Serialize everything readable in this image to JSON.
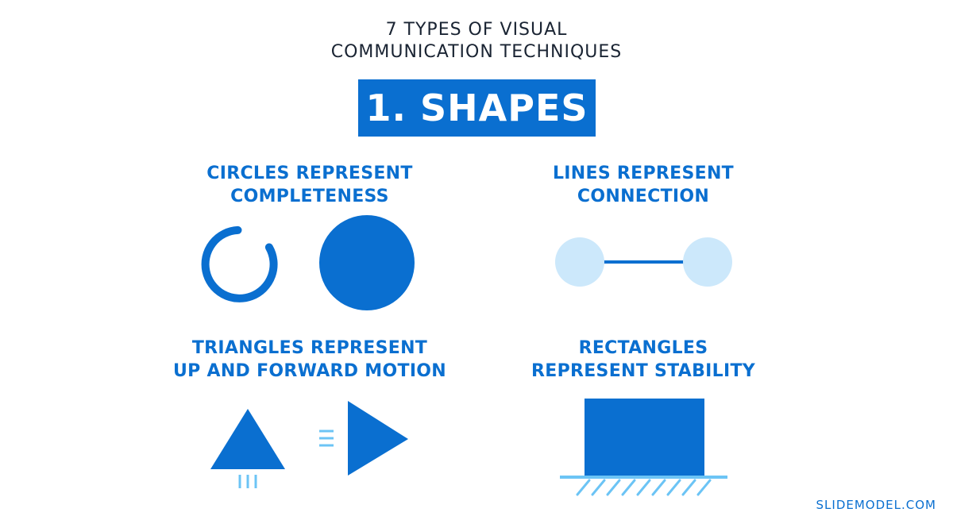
{
  "header": {
    "line1": "7 TYPES OF VISUAL",
    "line2": "COMMUNICATION TECHNIQUES"
  },
  "banner": {
    "label": "1. SHAPES"
  },
  "sections": {
    "circles": {
      "line1": "CIRCLES REPRESENT",
      "line2": "COMPLETENESS"
    },
    "lines": {
      "line1": "LINES REPRESENT",
      "line2": "CONNECTION"
    },
    "triangles": {
      "line1": "TRIANGLES REPRESENT",
      "line2": "UP AND FORWARD MOTION"
    },
    "rectangles": {
      "line1": "RECTANGLES",
      "line2": "REPRESENT STABILITY"
    }
  },
  "brand": {
    "label": "SLIDEMODEL.COM"
  },
  "colors": {
    "primary": "#0a6fd0",
    "light": "#cce8fb",
    "accent": "#6cc4f5",
    "text": "#1a2433"
  }
}
